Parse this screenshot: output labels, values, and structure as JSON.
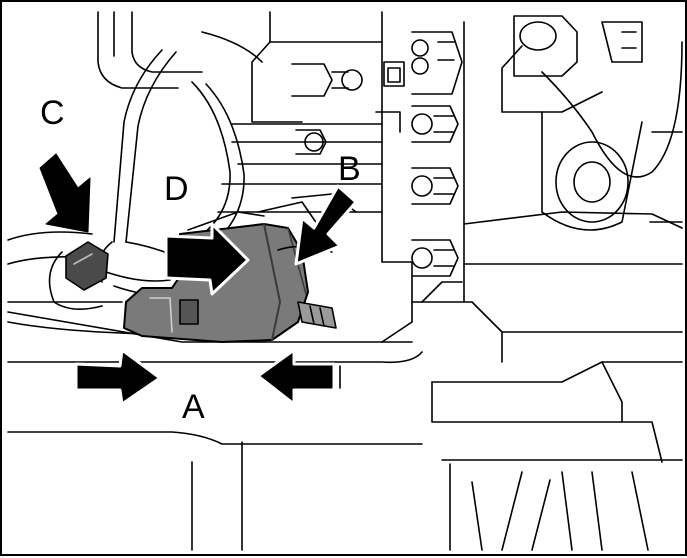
{
  "figure": {
    "callouts": {
      "a": "A",
      "b": "B",
      "c": "C",
      "d": "D"
    },
    "colors": {
      "line": "#000000",
      "connector_fill": "#7a7a7a",
      "connector_dark": "#4a4a4a",
      "arrow_fill": "#000000",
      "background": "#ffffff"
    }
  }
}
